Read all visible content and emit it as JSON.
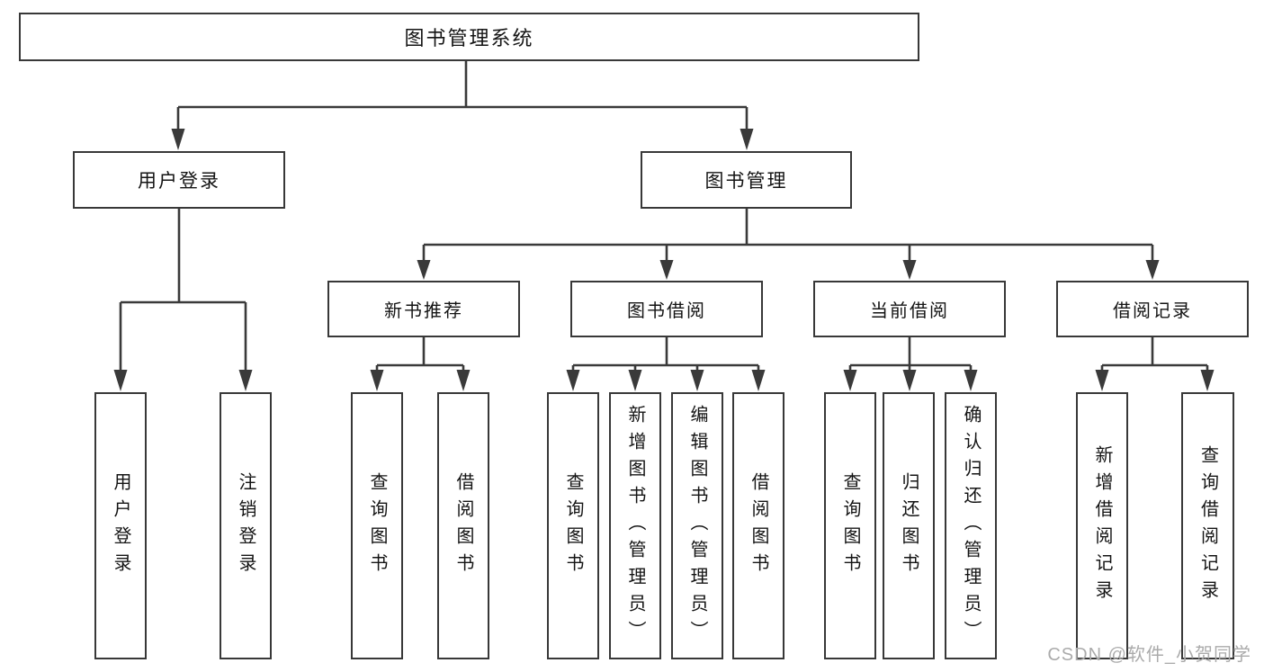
{
  "diagram": {
    "type": "tree-structure-chart",
    "colors": {
      "background": "#ffffff",
      "line": "#3a3a3a",
      "box_border": "#383838",
      "text": "#141414",
      "watermark": "#ababab"
    }
  },
  "nodes": {
    "root": "图书管理系统",
    "user_login": "用户登录",
    "book_management": "图书管理",
    "leaf_user_login": "用户登录",
    "leaf_logout": "注销登录",
    "new_book_recommendation": "新书推荐",
    "book_borrowing": "图书借阅",
    "current_borrowing": "当前借阅",
    "borrowing_records": "借阅记录",
    "nbr_query_books": "查询图书",
    "nbr_borrow_books": "借阅图书",
    "bb_query_books": "查询图书",
    "bb_add_books_admin": "新增图书（管理员）",
    "bb_edit_books_admin": "编辑图书（管理员）",
    "bb_borrow_books": "借阅图书",
    "cb_query_books": "查询图书",
    "cb_return_books": "归还图书",
    "cb_confirm_return_admin": "确认归还（管理员）",
    "br_add_record": "新增借阅记录",
    "br_query_record": "查询借阅记录"
  },
  "watermark": {
    "text": "CSDN @软件_小贺同学"
  }
}
